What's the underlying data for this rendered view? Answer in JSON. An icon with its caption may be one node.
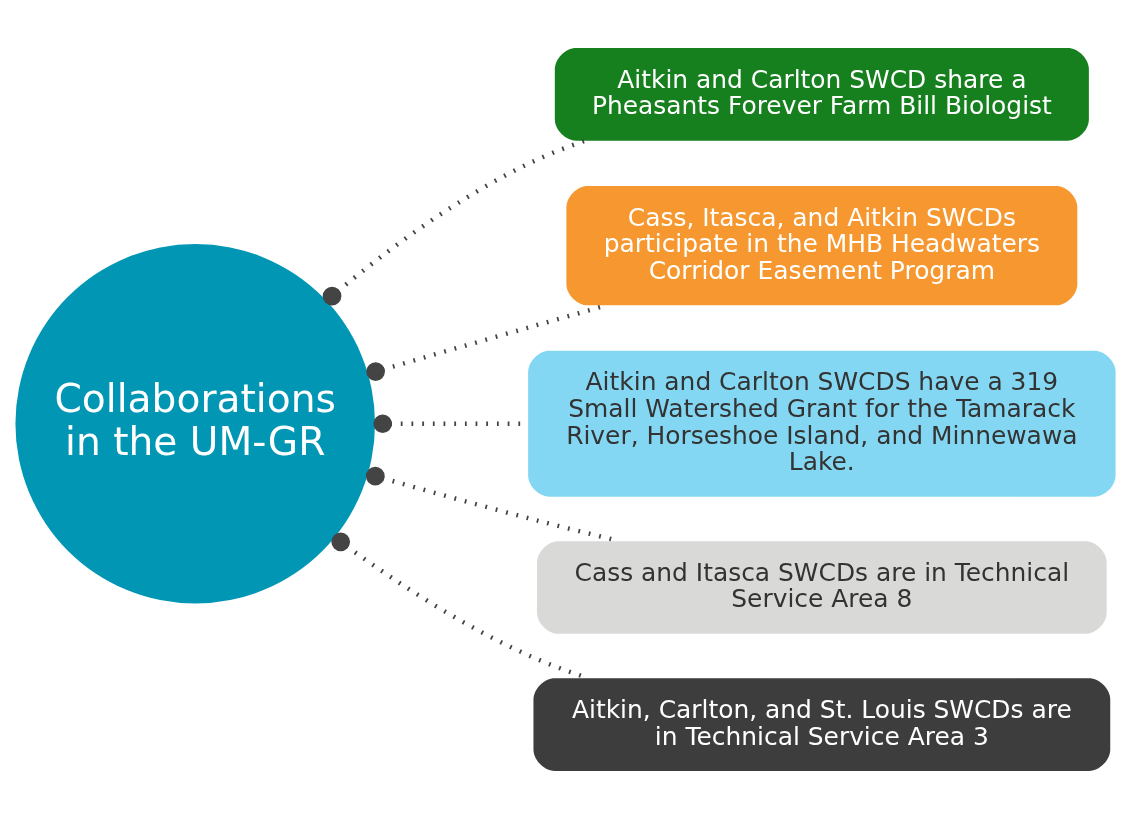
{
  "diagram": {
    "nodes": [
      {
        "text": [
          "Collaborations in the UM-GR"
        ]
      },
      {
        "text": [
          "Aitkin and Carlton SWCD share a Pheasants Forever Farm Bill Biologist"
        ]
      },
      {
        "text": [
          "Cass, Itasca, and Aitkin SWCDs participate in the MHB Headwaters Corridor Easement Program"
        ]
      },
      {
        "text": [
          "Aitkin and Carlton SWCDS have a 319 Small Watershed Grant for the Tamarack River, Horseshoe Island, and Minnewawa Lake."
        ]
      },
      {
        "text": [
          "Cass and Itasca SWCDs are in Technical Service Area 8"
        ]
      },
      {
        "text": [
          "Aitkin, Carlton, and St. Louis SWCDs are in Technical Service Area 3"
        ]
      }
    ],
    "edges": [
      {
        "from": 0,
        "to": 1,
        "arrow": "other"
      },
      {
        "from": 0,
        "to": 2,
        "arrow": "other"
      },
      {
        "from": 0,
        "to": 3,
        "arrow": "other"
      },
      {
        "from": 0,
        "to": 4,
        "arrow": "other"
      },
      {
        "from": 0,
        "to": 5,
        "arrow": "other"
      }
    ]
  }
}
